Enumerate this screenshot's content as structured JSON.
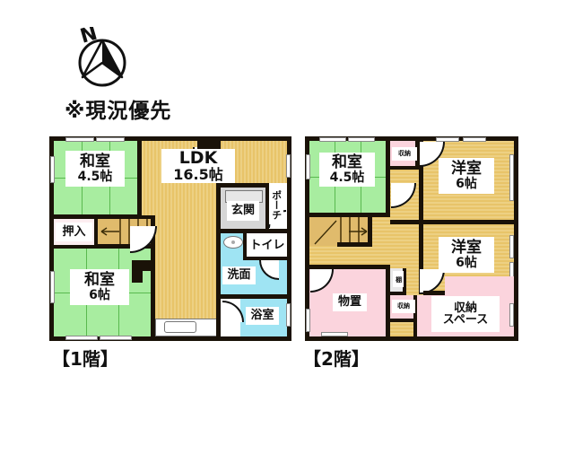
{
  "document": {
    "type": "real-estate-floor-plan",
    "note": "※現況優先",
    "compass_letter": "N"
  },
  "floors": [
    {
      "id": "floor1",
      "label": "【1階】",
      "rooms": [
        {
          "key": "washitsu_45",
          "name_line1": "和室",
          "name_line2": "4.5帖",
          "type": "tatami"
        },
        {
          "key": "oshiire",
          "name_line1": "押入",
          "name_line2": "",
          "type": "closet"
        },
        {
          "key": "washitsu_6",
          "name_line1": "和室",
          "name_line2": "6帖",
          "type": "tatami"
        },
        {
          "key": "ldk",
          "name_line1": "LDK",
          "name_line2": "16.5帖",
          "type": "living"
        },
        {
          "key": "genkan",
          "name_line1": "玄関",
          "name_line2": "",
          "type": "entrance"
        },
        {
          "key": "porch",
          "name_line1": "ポーチ",
          "name_line2": "",
          "type": "porch"
        },
        {
          "key": "toilet",
          "name_line1": "トイレ",
          "name_line2": "",
          "type": "toilet"
        },
        {
          "key": "senmen",
          "name_line1": "洗面",
          "name_line2": "",
          "type": "washroom"
        },
        {
          "key": "yokushitsu",
          "name_line1": "浴室",
          "name_line2": "",
          "type": "bath"
        }
      ]
    },
    {
      "id": "floor2",
      "label": "【2階】",
      "rooms": [
        {
          "key": "washitsu_45_2f",
          "name_line1": "和室",
          "name_line2": "4.5帖",
          "type": "tatami"
        },
        {
          "key": "shuno_top",
          "name_line1": "収納",
          "name_line2": "",
          "type": "closet"
        },
        {
          "key": "yoshitsu_6_a",
          "name_line1": "洋室",
          "name_line2": "6帖",
          "type": "western"
        },
        {
          "key": "yoshitsu_6_b",
          "name_line1": "洋室",
          "name_line2": "6帖",
          "type": "western"
        },
        {
          "key": "monooki",
          "name_line1": "物置",
          "name_line2": "",
          "type": "storeroom"
        },
        {
          "key": "tana",
          "name_line1": "棚",
          "name_line2": "",
          "type": "shelf"
        },
        {
          "key": "shuno_mid",
          "name_line1": "収納",
          "name_line2": "",
          "type": "closet"
        },
        {
          "key": "shuno_space",
          "name_line1": "収納",
          "name_line2": "スペース",
          "type": "storage-space"
        }
      ]
    }
  ],
  "colors": {
    "wall": "#1a1208",
    "tatami": "#a8eda0",
    "wood": "#e8c469",
    "pink": "#fbd4dd",
    "cyan": "#9fe4f3",
    "grey": "#d6d6d6",
    "background": "#ffffff"
  }
}
